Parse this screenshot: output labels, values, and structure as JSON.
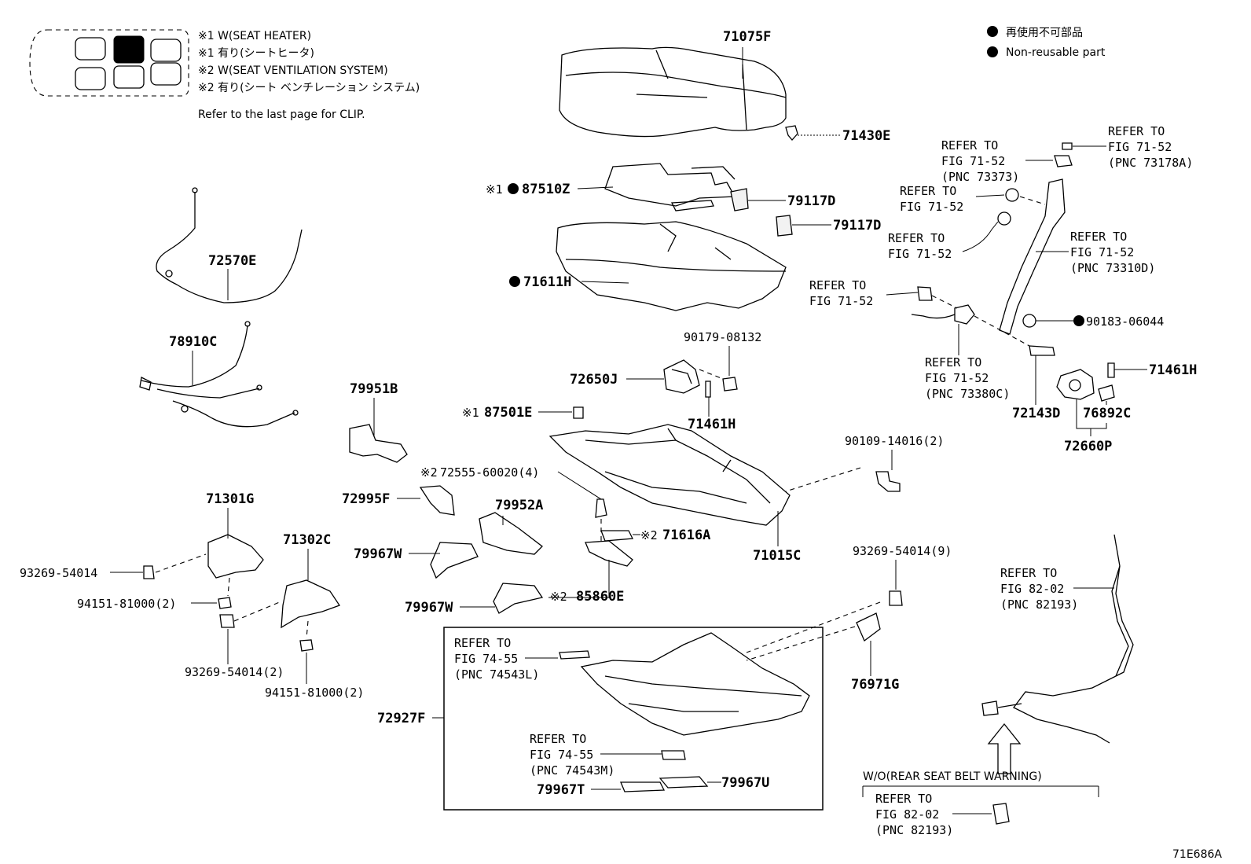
{
  "legend": {
    "notes": [
      "※1 W(SEAT HEATER)",
      "※1 有り(シートヒータ)",
      "※2 W(SEAT VENTILATION  SYSTEM)",
      "※2 有り(シート ベンチレーション システム)"
    ],
    "clip_note": "Refer to the last page for CLIP.",
    "nonreusable_jp": "再使用不可部品",
    "nonreusable_en": "Non-reusable part"
  },
  "figure_id": "71E686A",
  "parts": {
    "p71075F": "71075F",
    "p71430E": "71430E",
    "p87510Z": "87510Z",
    "p87510Z_mark": "※1",
    "p79117D_a": "79117D",
    "p79117D_b": "79117D",
    "p71611H": "71611H",
    "p72570E": "72570E",
    "p78910C": "78910C",
    "p90179": "90179-08132",
    "p72650J": "72650J",
    "p71461H_a": "71461H",
    "p87501E": "87501E",
    "p87501E_mark": "※1",
    "p79951B": "79951B",
    "p90109": "90109-14016(2)",
    "p72555": "72555-60020(4)",
    "p72555_mark": "※2",
    "p72995F": "72995F",
    "p79952A": "79952A",
    "p71616A": "71616A",
    "p71616A_mark": "※2",
    "p71015C": "71015C",
    "p71301G": "71301G",
    "p71302C": "71302C",
    "p93269_a": "93269-54014",
    "p94151_a": "94151-81000(2)",
    "p93269_b": "93269-54014(2)",
    "p94151_b": "94151-81000(2)",
    "p79967W_a": "79967W",
    "p79967W_b": "79967W",
    "p85860E": "85860E",
    "p85860E_mark": "※2",
    "p93269_c": "93269-54014(9)",
    "p76971G": "76971G",
    "p72927F": "72927F",
    "p79967T": "79967T",
    "p79967U": "79967U",
    "p90183": "90183-06044",
    "p71461H_b": "71461H",
    "p72143D": "72143D",
    "p76892C": "76892C",
    "p72660P": "72660P"
  },
  "refs": {
    "r1": [
      "REFER TO",
      "FIG 71-52",
      "(PNC 73178A)"
    ],
    "r2": [
      "REFER TO",
      "FIG 71-52",
      "(PNC 73373)"
    ],
    "r3": [
      "REFER TO",
      "FIG 71-52"
    ],
    "r4": [
      "REFER TO",
      "FIG 71-52"
    ],
    "r5": [
      "REFER TO",
      "FIG 71-52",
      "(PNC 73310D)"
    ],
    "r6": [
      "REFER TO",
      "FIG 71-52"
    ],
    "r7": [
      "REFER TO",
      "FIG 71-52",
      "(PNC 73380C)"
    ],
    "r8": [
      "REFER TO",
      "FIG 74-55",
      "(PNC 74543L)"
    ],
    "r9": [
      "REFER TO",
      "FIG 74-55",
      "(PNC 74543M)"
    ],
    "r10": [
      "REFER TO",
      "FIG 82-02",
      "(PNC 82193)"
    ],
    "r11": [
      "REFER TO",
      "FIG 82-02",
      "(PNC 82193)"
    ]
  },
  "wo_note": "W/O(REAR SEAT BELT WARNING)"
}
